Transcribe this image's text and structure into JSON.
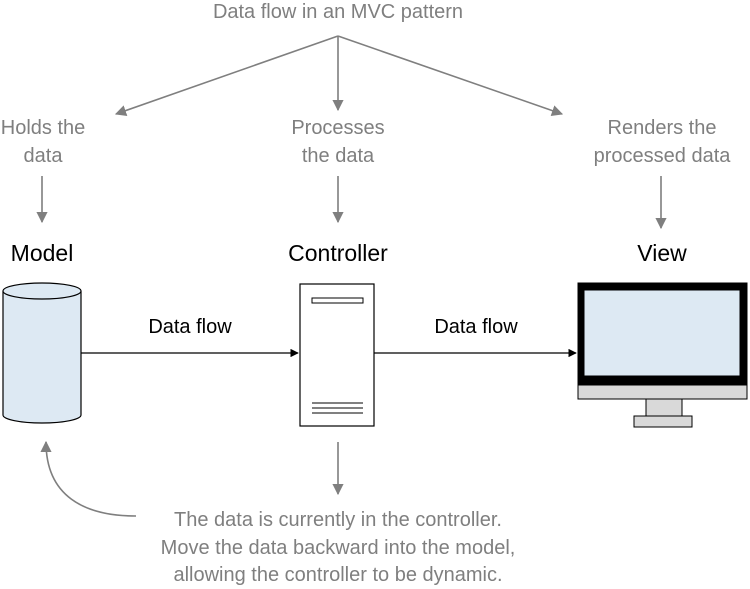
{
  "title": "Data flow in an MVC pattern",
  "roles": {
    "model": [
      "Holds the",
      "data"
    ],
    "controller": [
      "Processes",
      "the data"
    ],
    "view": [
      "Renders the",
      "processed data"
    ]
  },
  "components": {
    "model": "Model",
    "controller": "Controller",
    "view": "View"
  },
  "flows": {
    "model_to_controller": "Data flow",
    "controller_to_view": "Data flow"
  },
  "note": [
    "The data is currently in the controller.",
    "Move the data backward into the model,",
    "allowing the controller to be dynamic."
  ],
  "colors": {
    "annotation_text": "#7f7f7f",
    "cylinder_fill": "#dde9f3",
    "screen_fill": "#dde9f3",
    "monitor_frame": "#000000",
    "monitor_stand": "#d9d9d9"
  }
}
